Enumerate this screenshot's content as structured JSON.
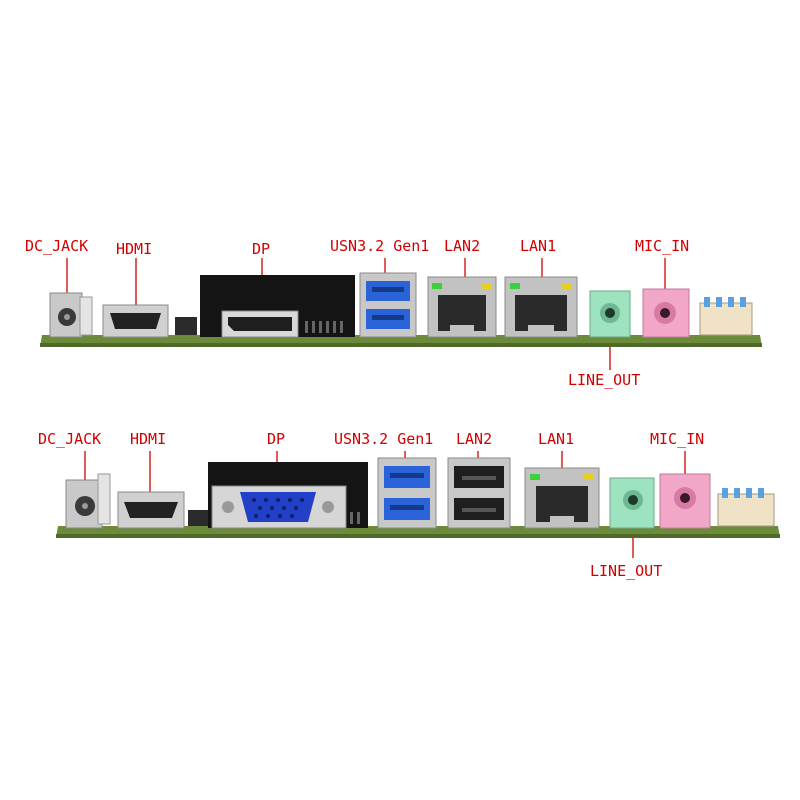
{
  "colors": {
    "label": "#d40000",
    "pcb": "#6b8a3a",
    "usb_blue": "#2a62d8",
    "vga_blue": "#2340c8",
    "line_out_green": "#9ee3c0",
    "mic_in_pink": "#f2a6c8"
  },
  "top_board": {
    "labels": {
      "dc_jack": "DC_JACK",
      "hdmi": "HDMI",
      "dp": "DP",
      "usb": "USN3.2 Gen1",
      "lan2": "LAN2",
      "lan1": "LAN1",
      "mic_in": "MIC_IN",
      "line_out": "LINE_OUT"
    }
  },
  "bottom_board": {
    "labels": {
      "dc_jack": "DC_JACK",
      "hdmi": "HDMI",
      "dp": "DP",
      "usb": "USN3.2 Gen1",
      "lan2": "LAN2",
      "lan1": "LAN1",
      "mic_in": "MIC_IN",
      "line_out": "LINE_OUT"
    }
  }
}
